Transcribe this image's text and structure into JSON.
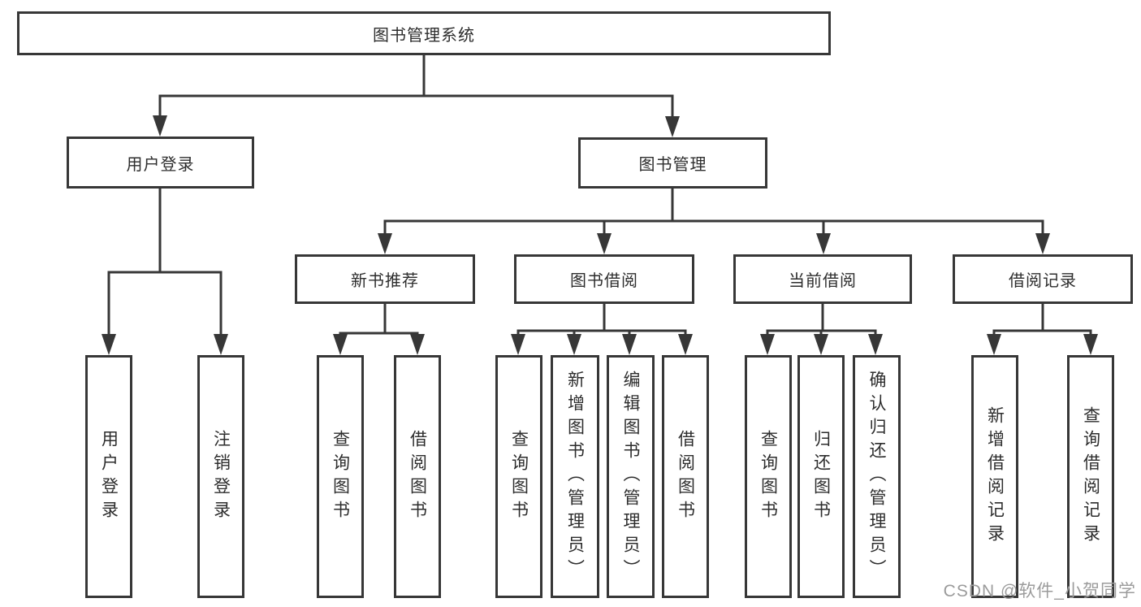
{
  "title_box": {
    "label": "图书管理系统"
  },
  "branches": {
    "user_login": {
      "label": "用户登录",
      "children": [
        {
          "label": "用户登录"
        },
        {
          "label": "注销登录"
        }
      ]
    },
    "book_management": {
      "label": "图书管理",
      "sections": [
        {
          "label": "新书推荐",
          "children": [
            {
              "label": "查询图书"
            },
            {
              "label": "借阅图书"
            }
          ]
        },
        {
          "label": "图书借阅",
          "children": [
            {
              "label": "查询图书"
            },
            {
              "label": "新增图书（管理员）"
            },
            {
              "label": "编辑图书（管理员）"
            },
            {
              "label": "借阅图书"
            }
          ]
        },
        {
          "label": "当前借阅",
          "children": [
            {
              "label": "查询图书"
            },
            {
              "label": "归还图书"
            },
            {
              "label": "确认归还（管理员）"
            }
          ]
        },
        {
          "label": "借阅记录",
          "children": [
            {
              "label": "新增借阅记录"
            },
            {
              "label": "查询借阅记录"
            }
          ]
        }
      ]
    }
  },
  "watermark": {
    "text": "CSDN @软件_小贺同学"
  },
  "colors": {
    "line": "#373737",
    "text": "#2d2d2d",
    "watermark": "#9b9b9b",
    "background": "#ffffff"
  }
}
